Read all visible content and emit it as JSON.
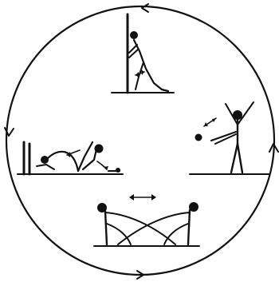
{
  "figure": {
    "description_items": [
      {
        "id": "wall-stretch",
        "icon": "figure-leaning-on-wall-icon"
      },
      {
        "id": "arm-swing",
        "icon": "figure-arm-swing-icon"
      },
      {
        "id": "floor-roll",
        "icon": "figure-floor-roll-icon"
      },
      {
        "id": "partner-lean",
        "icon": "two-figures-lean-icon"
      }
    ],
    "cycle_direction": "counterclockwise",
    "ink_color": "#111111",
    "background_color": "#ffffff"
  }
}
